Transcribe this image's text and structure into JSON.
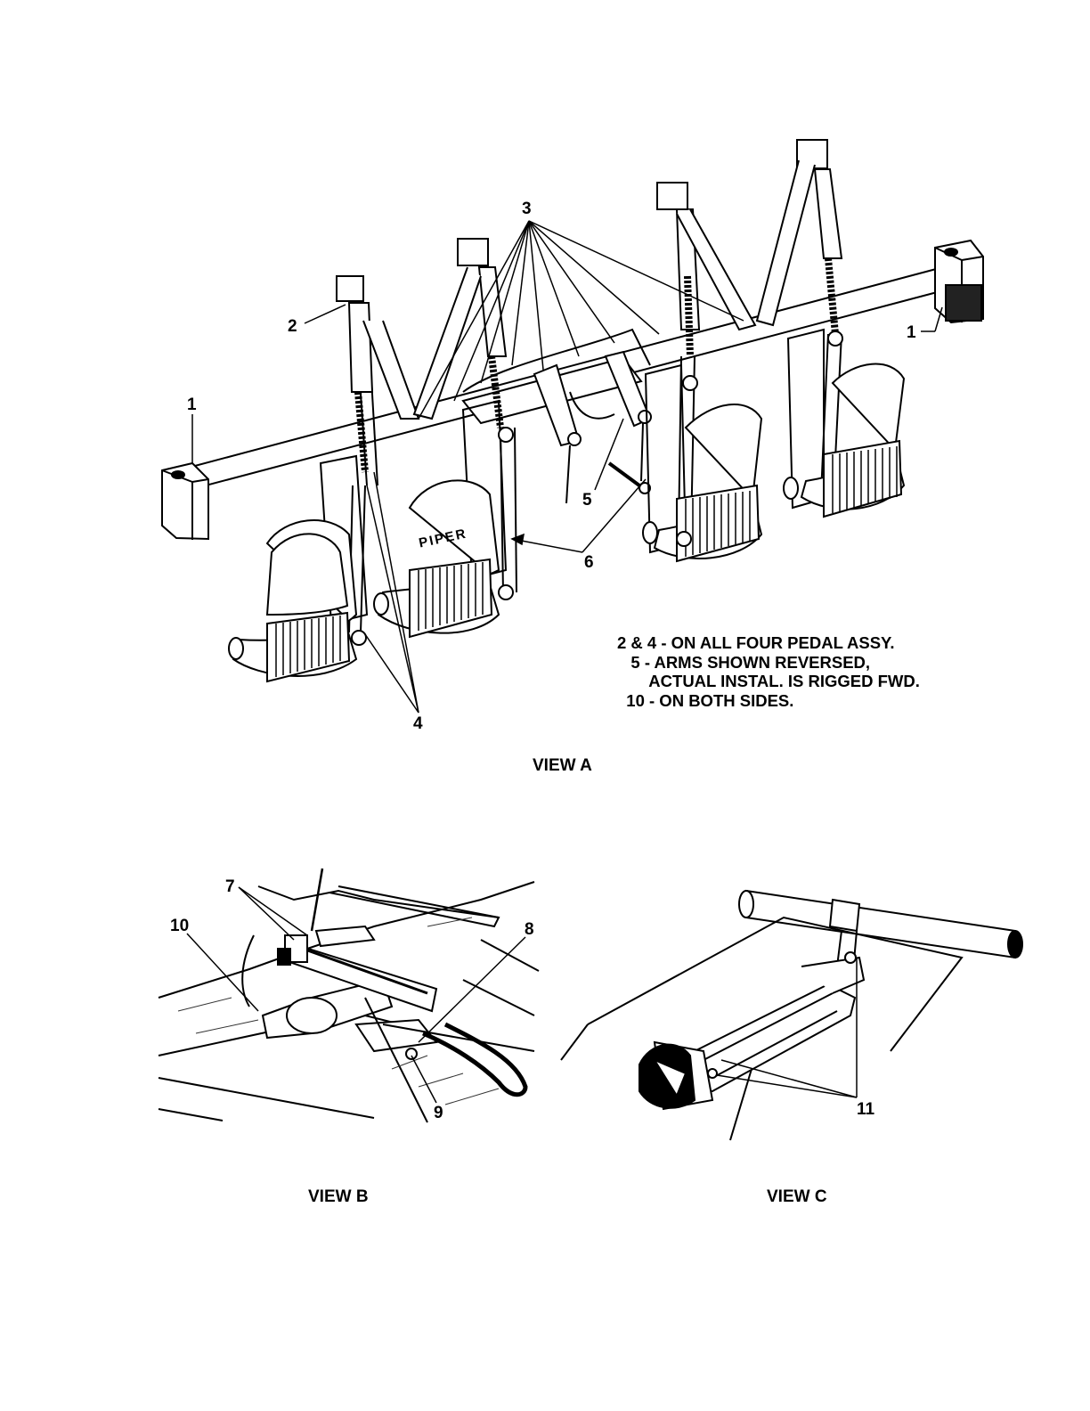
{
  "callouts": {
    "c1_left": "1",
    "c1_right": "1",
    "c2": "2",
    "c3": "3",
    "c4": "4",
    "c5": "5",
    "c6": "6",
    "c7": "7",
    "c8": "8",
    "c9": "9",
    "c10": "10",
    "c11": "11"
  },
  "notes": {
    "line1": "2 & 4 - ON ALL FOUR PEDAL ASSY.",
    "line2": "   5 - ARMS SHOWN REVERSED,",
    "line3": "       ACTUAL INSTAL. IS RIGGED FWD.",
    "line4": "  10 - ON BOTH SIDES."
  },
  "views": {
    "a": "VIEW A",
    "b": "VIEW B",
    "c": "VIEW C"
  },
  "pedal_brand": "PIPER"
}
